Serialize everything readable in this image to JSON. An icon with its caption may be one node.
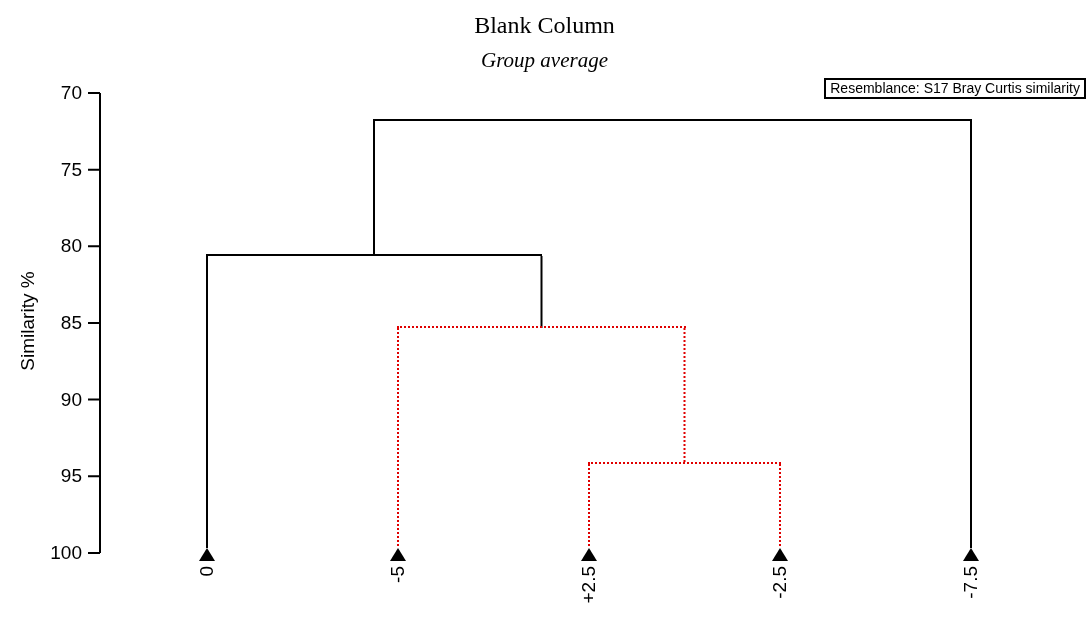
{
  "diagram": {
    "title": "Blank Column",
    "nodes": [
      {
        "text": [
          "0"
        ]
      },
      {
        "text": [
          "-5"
        ]
      },
      {
        "text": [
          "+2.5"
        ]
      },
      {
        "text": [
          "-2.5"
        ]
      },
      {
        "text": [
          "-7.5"
        ]
      },
      {
        "text": [],
        "shape": "bar"
      },
      {
        "text": [],
        "shape": "bar"
      },
      {
        "text": [],
        "shape": "bar"
      },
      {
        "text": [],
        "shape": "bar"
      }
    ],
    "edges": [
      {
        "from": 8,
        "to": 7,
        "arrow": "none"
      },
      {
        "from": 8,
        "to": 4,
        "arrow": "none"
      },
      {
        "from": 7,
        "to": 0,
        "arrow": "none"
      },
      {
        "from": 7,
        "to": 6,
        "arrow": "none"
      },
      {
        "from": 6,
        "to": 1,
        "arrow": "none",
        "style": "dashed",
        "color": "#e00000"
      },
      {
        "from": 6,
        "to": 5,
        "arrow": "none",
        "style": "dashed",
        "color": "#e00000"
      },
      {
        "from": 5,
        "to": 2,
        "arrow": "none",
        "style": "dashed",
        "color": "#e00000"
      },
      {
        "from": 5,
        "to": 3,
        "arrow": "none",
        "style": "dashed",
        "color": "#e00000"
      }
    ],
    "labels": [
      "Group average",
      "Resemblance: S17 Bray Curtis similarity",
      "70",
      "75",
      "80",
      "85",
      "90",
      "95",
      "100",
      "Similarity %"
    ]
  }
}
